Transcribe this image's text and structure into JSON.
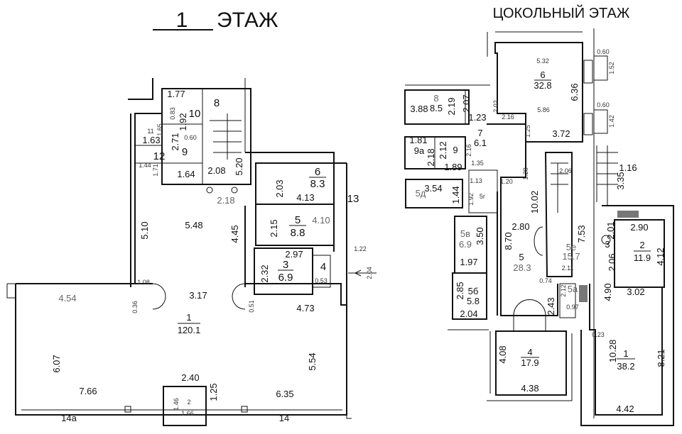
{
  "titles": {
    "floor1": "1",
    "floor1_suffix": "ЭТАЖ",
    "basement": "ЦОКОЛЬНЫЙ ЭТАЖ"
  },
  "floor1": {
    "labels": [
      "1.77",
      "10",
      "1.92",
      "0.83",
      "8",
      "11",
      "1.65",
      "1.63",
      "2.71",
      "9",
      "0.60",
      "12",
      "1.44",
      "1.71",
      "1.64",
      "2.08",
      "5.20",
      "2.18",
      "6",
      "8.3",
      "2.03",
      "4.13",
      "13",
      "5",
      "8.8",
      "2.15",
      "4.10",
      "5.48",
      "5.10",
      "4.45",
      "2.97",
      "3",
      "6.9",
      "2.32",
      "4",
      "1.22",
      "2.04",
      "0.53",
      "1.08",
      "3.17",
      "4.54",
      "0.36",
      "0.51",
      "4.73",
      "1",
      "120.1",
      "6.07",
      "5.54",
      "2.40",
      "1.25",
      "7.66",
      "6.35",
      "1.46",
      "2",
      "1.66",
      "14а",
      "14"
    ]
  },
  "basement": {
    "labels": [
      "5.32",
      "6",
      "32.8",
      "6.36",
      "5.86",
      "0.60",
      "1.52",
      "0.60",
      "1.42",
      "2.16",
      "1.25",
      "3.72",
      "3.88",
      "8",
      "8.5",
      "2.19",
      "2.07",
      "2.02",
      "1.23",
      "7",
      "6.1",
      "1.81",
      "9а",
      "2.18",
      "2.12",
      "9",
      "1.89",
      "2.16",
      "1.35",
      "1.28",
      "2.06",
      "1.16",
      "3.35",
      "1.13",
      "1.20",
      "5д",
      "3.54",
      "1.44",
      "1.92",
      "5г",
      "10.02",
      "2.80",
      "2.90",
      "5в",
      "6.9",
      "3.50",
      "8.70",
      "7.53",
      "2.01",
      "3",
      "2",
      "11.9",
      "4.12",
      "5е",
      "15.7",
      "5",
      "28.3",
      "1.97",
      "2.11",
      "2.06",
      "0.74",
      "5а",
      "2.12",
      "0.97",
      "4.90",
      "3.02",
      "2.85",
      "5б",
      "5.8",
      "2.43",
      "2.04",
      "0.23",
      "4.08",
      "4",
      "17.9",
      "10.28",
      "1",
      "38.2",
      "8.21",
      "4.38",
      "4.42"
    ]
  }
}
